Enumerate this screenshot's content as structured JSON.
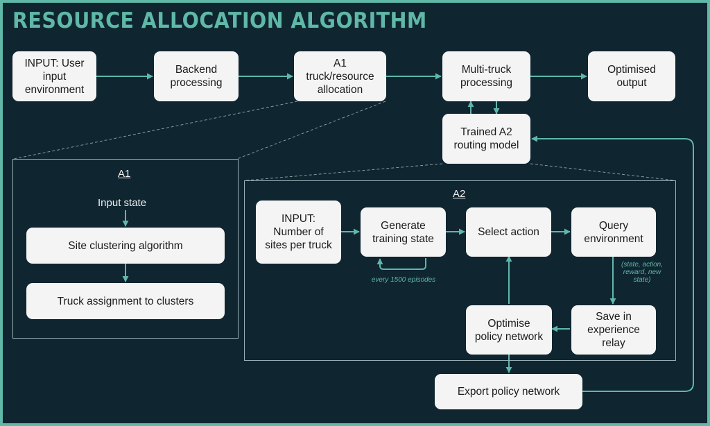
{
  "title": "RESOURCE ALLOCATION ALGORITHM",
  "colors": {
    "background": "#0f2530",
    "accent": "#5fb8a8",
    "box": "#f4f4f4",
    "panel_border": "#9ab0b6"
  },
  "top_row": {
    "input": "INPUT: User\ninput\nenvironment",
    "backend": "Backend\nprocessing",
    "a1_alloc": "A1\ntruck/resource\nallocation",
    "multi_truck": "Multi-truck\nprocessing",
    "output": "Optimised\noutput"
  },
  "trained_model": "Trained A2\nrouting model",
  "export": "Export policy network",
  "a1_panel": {
    "title": "A1",
    "input_state": "Input state",
    "clustering": "Site clustering algorithm",
    "assignment": "Truck assignment to clusters"
  },
  "a2_panel": {
    "title": "A2",
    "input": "INPUT:\nNumber of\nsites per truck",
    "generate": "Generate\ntraining state",
    "select": "Select action",
    "query": "Query\nenvironment",
    "save": "Save in\nexperience\nrelay",
    "optimise": "Optimise\npolicy network",
    "loop_note": "every 1500 episodes",
    "tuple_note": "(state, action,\nreward, new\nstate)"
  }
}
